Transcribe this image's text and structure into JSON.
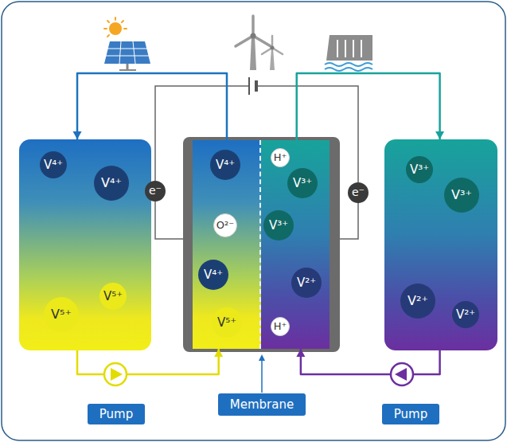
{
  "diagram": {
    "nodes": [
      {
        "text": []
      },
      {
        "text": [
          "V⁴⁺"
        ],
        "in": 0
      },
      {
        "text": [
          "V⁴⁺"
        ],
        "in": 0
      },
      {
        "text": [
          "V⁵⁺"
        ],
        "in": 0
      },
      {
        "text": [
          "V⁵⁺"
        ],
        "in": 0
      },
      {
        "text": []
      },
      {
        "text": [
          "V⁴⁺"
        ],
        "in": 5
      },
      {
        "text": [
          "O²⁻"
        ],
        "in": 5
      },
      {
        "text": [
          "V⁴⁺"
        ],
        "in": 5
      },
      {
        "text": [
          "V⁵⁺"
        ],
        "in": 5
      },
      {
        "text": []
      },
      {
        "text": [
          "H⁺"
        ],
        "in": 10
      },
      {
        "text": [
          "V³⁺"
        ],
        "in": 10
      },
      {
        "text": [
          "V³⁺"
        ],
        "in": 10
      },
      {
        "text": [
          "V²⁺"
        ],
        "in": 10
      },
      {
        "text": [
          "H⁺"
        ],
        "in": 10
      },
      {
        "text": []
      },
      {
        "text": [
          "V³⁺"
        ],
        "in": 16
      },
      {
        "text": [
          "V³⁺"
        ],
        "in": 16
      },
      {
        "text": [
          "V²⁺"
        ],
        "in": 16
      },
      {
        "text": [
          "V²⁺"
        ],
        "in": 16
      },
      {
        "text": [
          "e⁻"
        ]
      },
      {
        "text": [
          "e⁻"
        ]
      },
      {
        "text": [
          "Pump"
        ]
      },
      {
        "text": [
          "Membrane"
        ]
      },
      {
        "text": [
          "Pump"
        ]
      }
    ],
    "edges": [
      {
        "from": 5,
        "to": 0,
        "arrow": "to"
      },
      {
        "from": 0,
        "to": 5,
        "arrow": "to"
      },
      {
        "from": 10,
        "to": 16,
        "arrow": "to"
      },
      {
        "from": 16,
        "to": 10,
        "arrow": "to"
      }
    ]
  }
}
